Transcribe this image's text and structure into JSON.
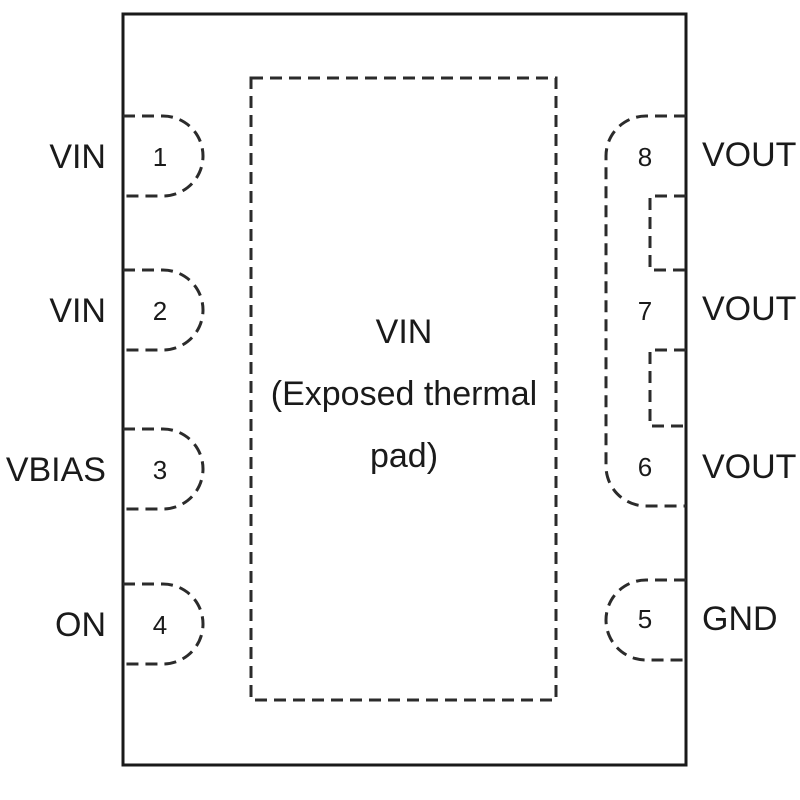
{
  "pins": {
    "p1": {
      "number": "1",
      "name": "VIN"
    },
    "p2": {
      "number": "2",
      "name": "VIN"
    },
    "p3": {
      "number": "3",
      "name": "VBIAS"
    },
    "p4": {
      "number": "4",
      "name": "ON"
    },
    "p5": {
      "number": "5",
      "name": "GND"
    },
    "p6": {
      "number": "6",
      "name": "VOUT"
    },
    "p7": {
      "number": "7",
      "name": "VOUT"
    },
    "p8": {
      "number": "8",
      "name": "VOUT"
    }
  },
  "thermal_pad": {
    "line1": "VIN",
    "line2": "(Exposed thermal",
    "line3": "pad)"
  }
}
